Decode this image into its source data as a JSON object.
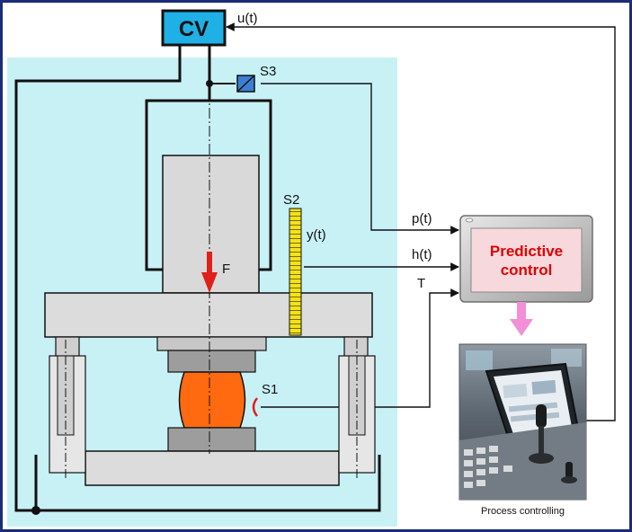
{
  "controller": {
    "label": "CV"
  },
  "signals": {
    "u": "u(t)",
    "p": "p(t)",
    "h": "h(t)",
    "T": "T",
    "y": "y(t)",
    "force": "F"
  },
  "sensors": {
    "s1": "S1",
    "s2": "S2",
    "s3": "S3"
  },
  "monitor": {
    "line1": "Predictive",
    "line2": "control"
  },
  "caption": {
    "process": "Process controlling"
  },
  "colors": {
    "background_panel": "#c8f1f6",
    "cv_box": "#1fb1e6",
    "specimen": "#ff6a10",
    "sensor_s2": "#f2e21a",
    "force_arrow": "#e0201a",
    "predictive_text": "#e00000",
    "flow_arrow": "#f38fd6",
    "frame_border": "#1b2c7a"
  }
}
